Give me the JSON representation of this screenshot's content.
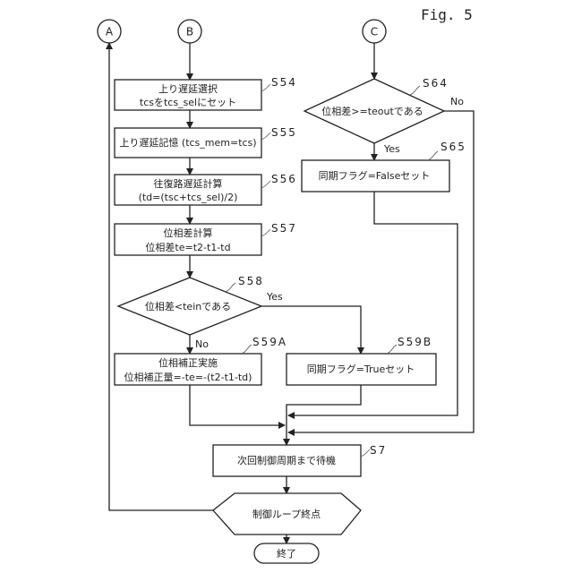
{
  "figure_label": "Fig. 5",
  "connectors": {
    "a": "A",
    "b": "B",
    "c": "C"
  },
  "steps": {
    "s54": {
      "id": "S54",
      "line1": "上り遅延選択",
      "line2": "tcsをtcs_selにセット"
    },
    "s55": {
      "id": "S55",
      "line1": "上り遅延記憶 (tcs_mem=tcs)"
    },
    "s56": {
      "id": "S56",
      "line1": "往復路遅延計算",
      "line2": "(td=(tsc+tcs_sel)/2)"
    },
    "s57": {
      "id": "S57",
      "line1": "位相差計算",
      "line2": "位相差te=t2-t1-td"
    },
    "s58": {
      "id": "S58",
      "line1": "位相差<teinである"
    },
    "s59a": {
      "id": "S59A",
      "line1": "位相補正実施",
      "line2": "位相補正量=-te=-(t2-t1-td)"
    },
    "s59b": {
      "id": "S59B",
      "line1": "同期フラグ=Trueセット"
    },
    "s64": {
      "id": "S64",
      "line1": "位相差>=teoutである"
    },
    "s65": {
      "id": "S65",
      "line1": "同期フラグ=Falseセット"
    },
    "s7": {
      "id": "S7",
      "line1": "次回制御周期まで待機"
    },
    "loop_end": {
      "line1": "制御ループ終点"
    },
    "end": {
      "line1": "終了"
    }
  },
  "branch_labels": {
    "s58_yes": "Yes",
    "s58_no": "No",
    "s64_yes": "Yes",
    "s64_no": "No"
  }
}
